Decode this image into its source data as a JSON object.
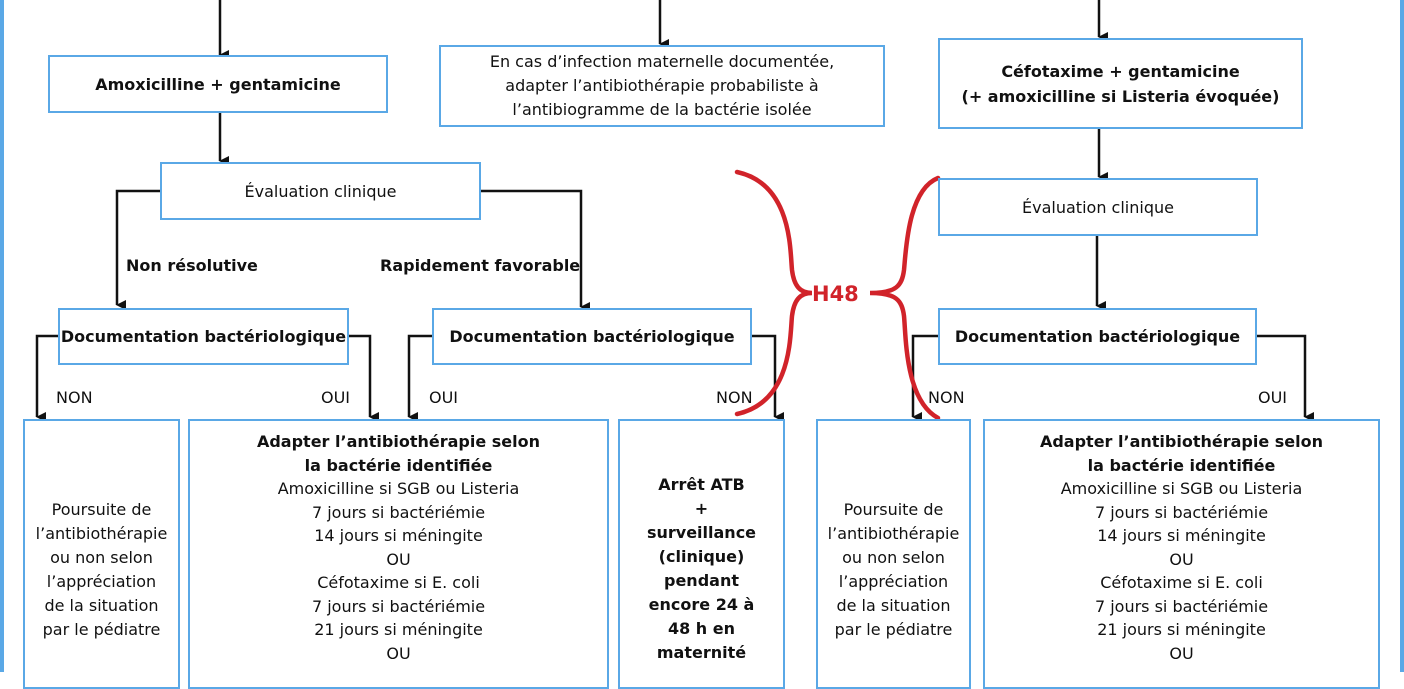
{
  "left": {
    "drug": "Amoxicilline + gentamicine",
    "eval": "Évaluation clinique",
    "branch_no": "Non résolutive",
    "branch_yes": "Rapidement favorable",
    "doc_a": "Documentation bactériologique",
    "doc_b": "Documentation bactériologique",
    "non": "NON",
    "oui_a": "OUI",
    "oui_b": "OUI",
    "non_b": "NON",
    "poursuite": [
      "Poursuite de",
      "l’antibiothérapie",
      "ou non selon",
      "l’appréciation",
      "de la situation",
      "par le pédiatre"
    ],
    "adapt": {
      "title1": "Adapter l’antibiothérapie selon",
      "title2": "la bactérie identifiée",
      "lines": [
        "Amoxicilline si SGB ou Listeria",
        "7 jours si bactériémie",
        "14 jours si méningite",
        "OU",
        "Céfotaxime si E. coli",
        "7 jours si bactériémie",
        "21 jours si méningite",
        "OU"
      ]
    },
    "arret": [
      "Arrêt ATB",
      "+",
      "surveillance",
      "(clinique)",
      "pendant",
      "encore 24 à",
      "48 h en",
      "maternité"
    ]
  },
  "center": {
    "info": [
      "En cas d’infection maternelle documentée,",
      "adapter l’antibiothérapie probabiliste à",
      "l’antibiogramme de la bactérie isolée"
    ]
  },
  "h48": "H48",
  "right": {
    "drug1": "Céfotaxime + gentamicine",
    "drug2": "(+ amoxicilline si Listeria évoquée)",
    "eval": "Évaluation clinique",
    "doc": "Documentation bactériologique",
    "non": "NON",
    "oui": "OUI",
    "poursuite": [
      "Poursuite de",
      "l’antibiothérapie",
      "ou non selon",
      "l’appréciation",
      "de la situation",
      "par le pédiatre"
    ],
    "adapt": {
      "title1": "Adapter l’antibiothérapie selon",
      "title2": "la bactérie identifiée",
      "lines": [
        "Amoxicilline si SGB ou Listeria",
        "7 jours si bactériémie",
        "14 jours si méningite",
        "OU",
        "Céfotaxime si E. coli",
        "7 jours si bactériémie",
        "21 jours si méningite",
        "OU"
      ]
    }
  },
  "colors": {
    "border": "#5aa8e6",
    "accent": "#d1232a",
    "line": "#111111"
  }
}
